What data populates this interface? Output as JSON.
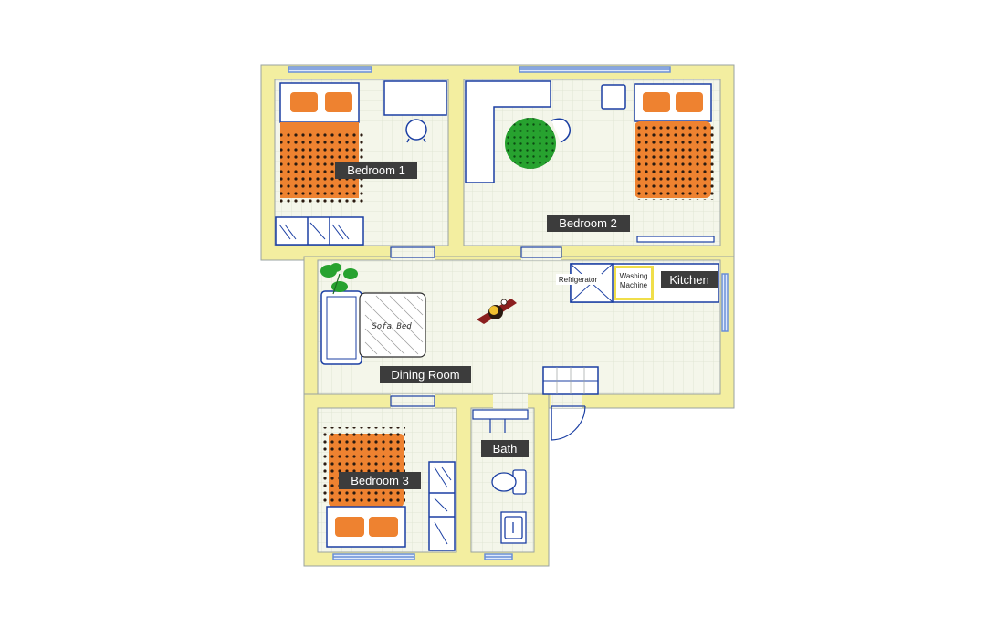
{
  "rooms": {
    "bedroom1": "Bedroom 1",
    "bedroom2": "Bedroom 2",
    "bedroom3": "Bedroom 3",
    "dining": "Dining Room",
    "kitchen": "Kitchen",
    "bath": "Bath"
  },
  "appliances": {
    "refrigerator": "Refrigerator",
    "washing_line1": "Washing",
    "washing_line2": "Machine"
  },
  "furniture": {
    "sofa_bed": "Sofa Bed"
  },
  "colors": {
    "wall": "#f3eea0",
    "wall_edge": "#9aa3a0",
    "floor": "#f4f6ea",
    "grid": "#dde3cf",
    "line": "#1b3fa3",
    "window": "#6a8fd8",
    "bed_orange": "#ee8230",
    "dot": "#2a1a10",
    "plant": "#27a22f",
    "label_bg": "#3c3c3c",
    "appliance_yellow": "#f0de4a"
  }
}
